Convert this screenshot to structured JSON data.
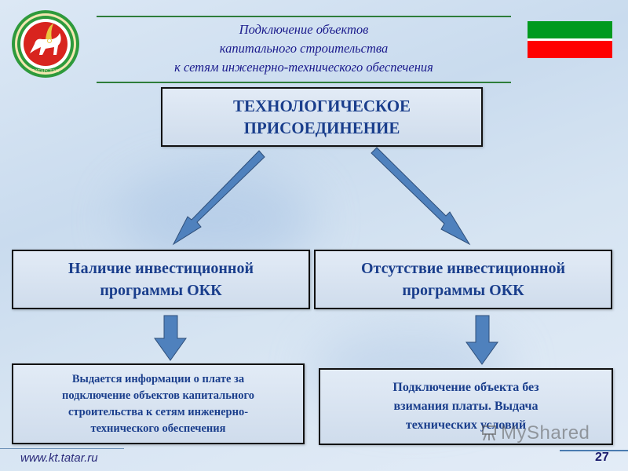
{
  "header": {
    "title_lines": [
      "Подключение объектов",
      "капитального строительства",
      "к сетям инженерно-технического обеспечения"
    ],
    "title_text": "Подключение объектов\nкапитального строительства\nк сетям инженерно-технического обеспечения",
    "logo": {
      "icon": "tatarstan-coat-of-arms-icon",
      "caption": "ТАТАРСТАН"
    },
    "flag": {
      "icon": "tatarstan-flag-icon",
      "colors": [
        "#009a1e",
        "#ffffff",
        "#ff0000"
      ]
    }
  },
  "diagram": {
    "root": {
      "text": "ТЕХНОЛОГИЧЕСКОЕ\nПРИСОЕДИНЕНИЕ"
    },
    "branches": [
      {
        "condition": "Наличие инвестиционной\nпрограммы ОКК",
        "result": "Выдается информации о плате за\nподключение объектов капитального\nстроительства к сетям инженерно-\nтехнического обеспечения"
      },
      {
        "condition": "Отсутствие  инвестиционной\nпрограммы ОКК",
        "result": "Подключение объекта без\nвзимания платы. Выдача\nтехнических условий"
      }
    ],
    "arrow_color": "#4f81bd",
    "text_color": "#1a3e8c"
  },
  "footer": {
    "url": "www.kt.tatar.ru",
    "page_number": "27",
    "watermark": "MyShared"
  }
}
